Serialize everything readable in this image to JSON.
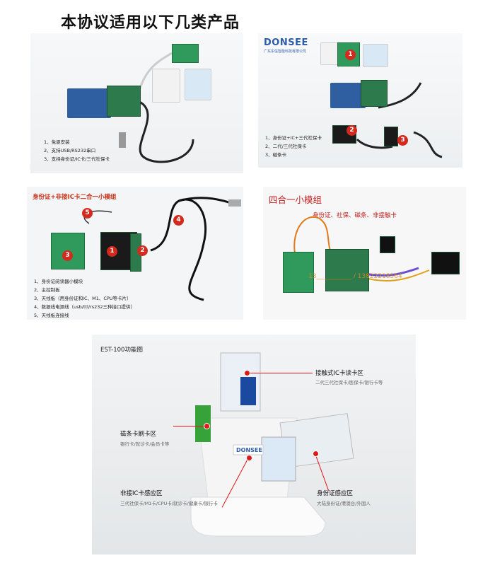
{
  "heading": "本协议适用以下几类产品",
  "panel1": {
    "captions": [
      "1、免驱安装",
      "2、支持USB/RS232串口",
      "3、支持身份证/IC卡/三代社保卡"
    ]
  },
  "panel2": {
    "brand": "DONSEE",
    "brand_sub": "广东东信智能科技有限公司",
    "badges": [
      "1",
      "2",
      "3"
    ],
    "captions": [
      "1、身份证+IC+三代社保卡",
      "2、二代/三代社保卡",
      "3、磁条卡"
    ]
  },
  "panel3": {
    "title": "身份证+非接IC卡二合一小模组",
    "badges": [
      "1",
      "2",
      "3",
      "4",
      "5"
    ],
    "captions": [
      "1、身份证阅读器小模块",
      "2、主控制板",
      "3、天线板（用身份证和IC、M1、CPU等卡片）",
      "4、数据线电源线（usb/ttl/rs232三种接口提供）",
      "5、天线板连接线"
    ]
  },
  "panel4": {
    "title": "四合一小模组",
    "subtitle": "身份证、社保、磁条、非接触卡",
    "phone": "13___________ / 13822218564"
  },
  "panel5": {
    "title": "EST-100功能图",
    "labels": [
      {
        "title": "接触式IC卡读卡区",
        "sub": "二代三代社保卡/医保卡/银行卡等"
      },
      {
        "title": "磁条卡刷卡区",
        "sub": "银行卡/就诊卡/会员卡等"
      },
      {
        "title": "非接IC卡感应区",
        "sub": "三代社保卡/M1卡/CPU卡/就诊卡/健康卡/银行卡"
      },
      {
        "title": "身份证感应区",
        "sub": "大陆身份证/港澳台/外国人"
      }
    ]
  }
}
